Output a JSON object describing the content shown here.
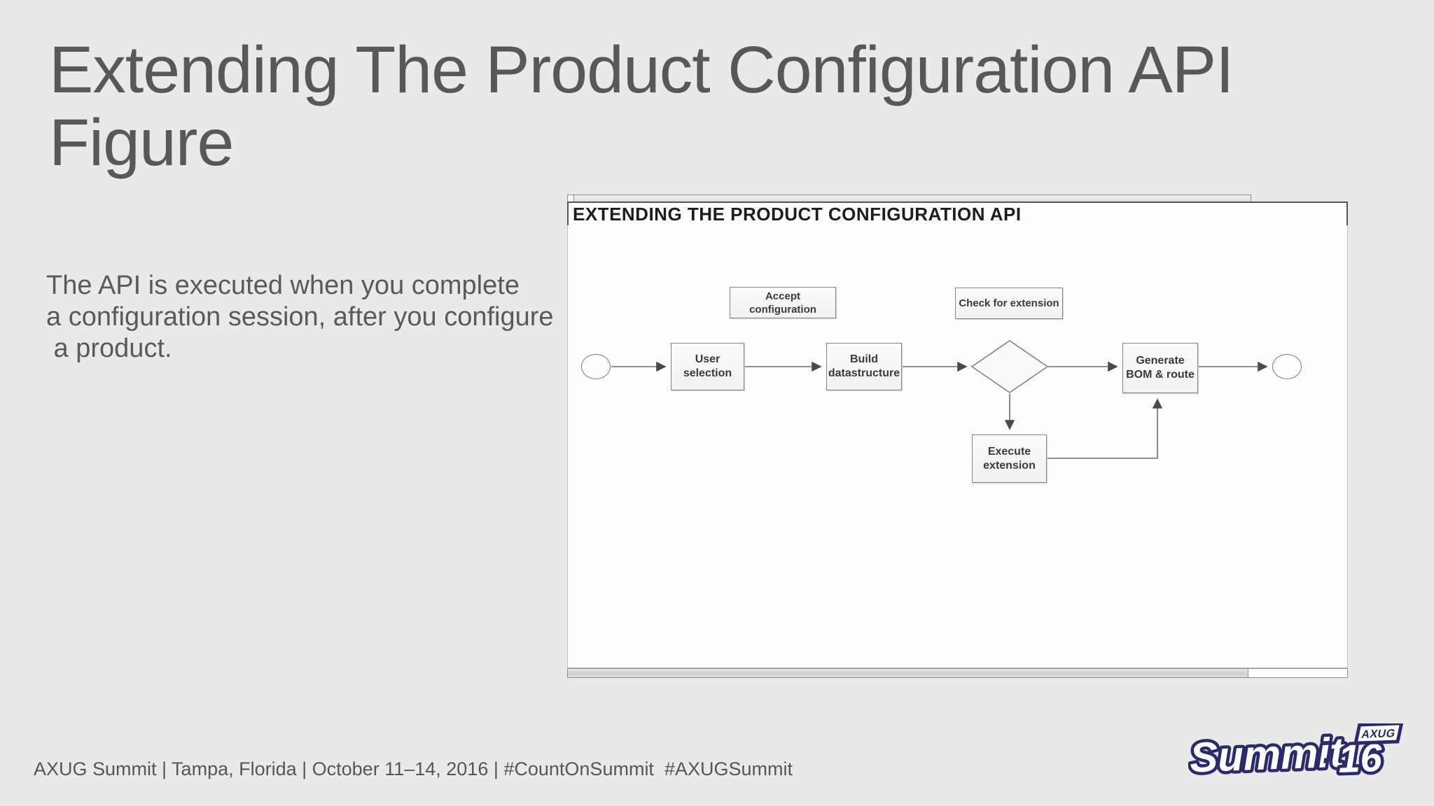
{
  "slide": {
    "title": "Extending The Product Configuration API\nFigure",
    "body": "The API is executed when you complete\na configuration session, after you configure\n a product.",
    "footer": "AXUG Summit | Tampa, Florida | October 11–14, 2016 | #CountOnSummit  #AXUGSummit"
  },
  "diagram": {
    "title": "EXTENDING THE PRODUCT CONFIGURATION API",
    "type": "flowchart",
    "nodes": [
      {
        "id": "start",
        "shape": "ellipse",
        "label": ""
      },
      {
        "id": "user-selection",
        "shape": "process",
        "label": "User\nselection"
      },
      {
        "id": "accept-configuration",
        "shape": "process",
        "label": "Accept\nconfiguration"
      },
      {
        "id": "build-datastructure",
        "shape": "process",
        "label": "Build\ndatastructure"
      },
      {
        "id": "check-for-extension",
        "shape": "process",
        "label": "Check for extension"
      },
      {
        "id": "decision",
        "shape": "diamond",
        "label": ""
      },
      {
        "id": "generate-bom-route",
        "shape": "process",
        "label": "Generate\nBOM & route"
      },
      {
        "id": "execute-extension",
        "shape": "process",
        "label": "Execute\nextension"
      },
      {
        "id": "end",
        "shape": "ellipse",
        "label": ""
      }
    ],
    "edges": [
      {
        "from": "start",
        "to": "user-selection"
      },
      {
        "from": "user-selection",
        "to": "build-datastructure"
      },
      {
        "from": "build-datastructure",
        "to": "decision"
      },
      {
        "from": "decision",
        "to": "generate-bom-route"
      },
      {
        "from": "generate-bom-route",
        "to": "end"
      },
      {
        "from": "decision",
        "to": "execute-extension"
      },
      {
        "from": "execute-extension",
        "to": "generate-bom-route"
      }
    ]
  },
  "logo": {
    "word": "Summit",
    "year": "16",
    "tag": "AXUG"
  },
  "colors": {
    "slide_bg": "#e9e9e9",
    "slide_text": "#58585a",
    "canvas_bg": "#fdfdfd",
    "node_border": "#848484",
    "connector": "#6e6e6e",
    "logo_navy": "#2b2a6e"
  }
}
